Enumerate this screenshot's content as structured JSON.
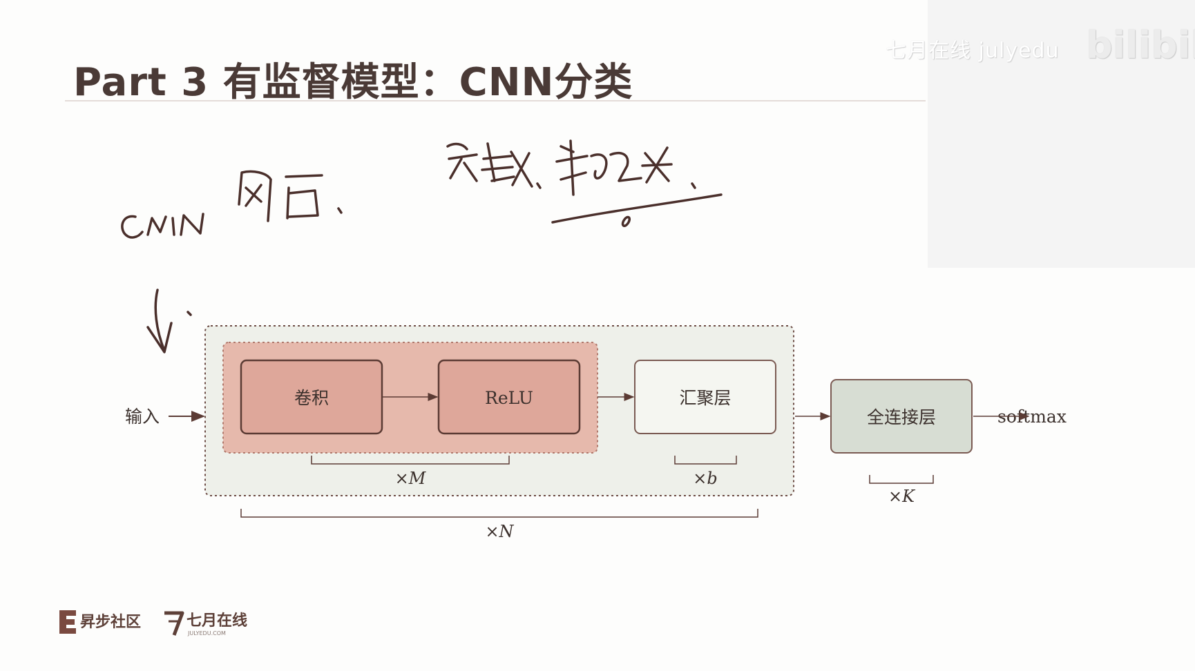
{
  "slide": {
    "title": "Part 3 有监督模型：CNN分类"
  },
  "watermark": {
    "text": "七月在线 julyedu",
    "logo": "bilibili"
  },
  "diagram": {
    "input_label": "输入",
    "conv_label": "卷积",
    "relu_label": "ReLU",
    "pool_label": "汇聚层",
    "fc_label": "全连接层",
    "output_label": "softmax",
    "times_m_label": "×M",
    "times_b_label": "×b",
    "times_n_label": "×N",
    "times_k_label": "×K",
    "colors": {
      "inner_block_fill": "#e6b9ac",
      "outer_block_fill": "#eef0ea",
      "fc_fill": "#d7ddd3",
      "stroke": "#5b3b34"
    }
  },
  "handwriting": {
    "note_cnn_network": "CNN 网络",
    "note_params": "参数",
    "note_hyperparams": "超参数"
  },
  "footer": {
    "logo1_name": "昇步社区",
    "logo2_name": "七月在线",
    "logo2_sub": "JULYEDU.COM"
  }
}
